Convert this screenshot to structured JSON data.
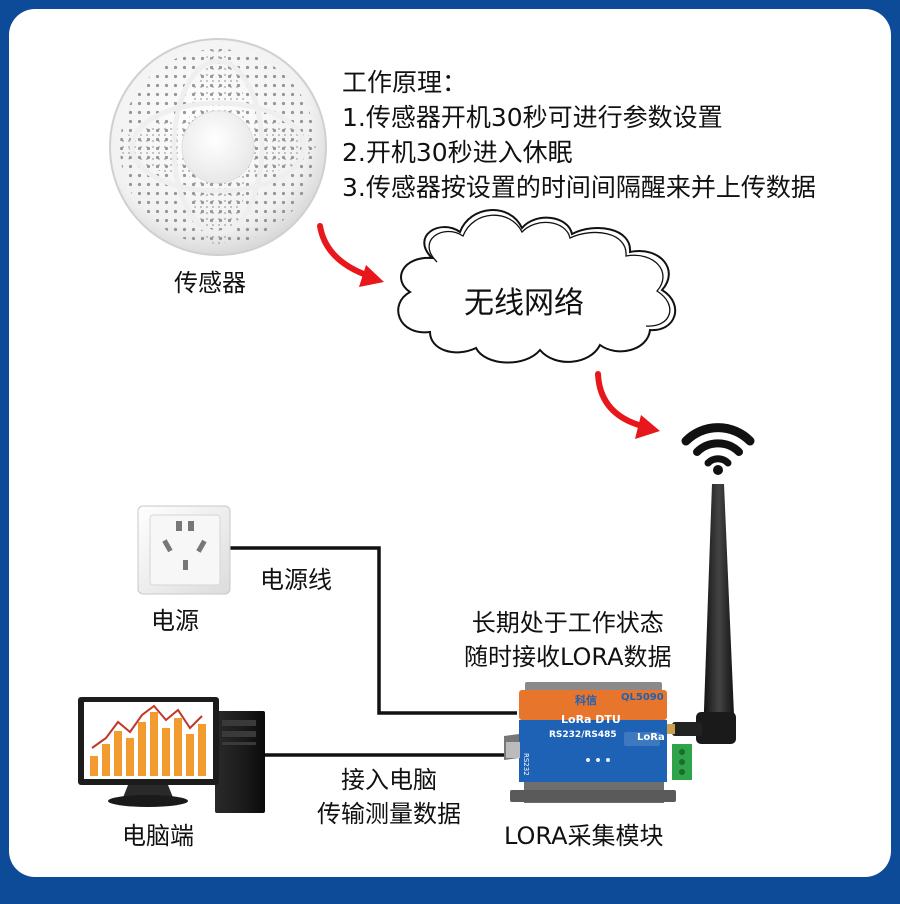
{
  "principle": {
    "heading": "工作原理：",
    "steps": [
      "1.传感器开机30秒可进行参数设置",
      "2.开机30秒进入休眠",
      "3.传感器按设置的时间间隔醒来并上传数据"
    ]
  },
  "sensor": {
    "label": "传感器"
  },
  "cloud": {
    "label": "无线网络"
  },
  "power": {
    "label": "电源",
    "cable_label": "电源线"
  },
  "module": {
    "status_lines": [
      "长期处于工作状态",
      "随时接收LORA数据"
    ],
    "label": "LORA采集模块",
    "brand_text": "科信",
    "model_text": "QL5090",
    "product_text": "LoRa DTU",
    "interface_text": "RS232/RS485",
    "badge_text": "LoRa",
    "port_text": "RS232"
  },
  "computer": {
    "label": "电脑端",
    "link_lines": [
      "接入电脑",
      "传输测量数据"
    ]
  },
  "colors": {
    "border": "#0d4a97",
    "arrow": "#e8171c",
    "module_orange": "#e8752c",
    "module_blue": "#1d62b4",
    "chart_orange": "#f29b2f"
  }
}
